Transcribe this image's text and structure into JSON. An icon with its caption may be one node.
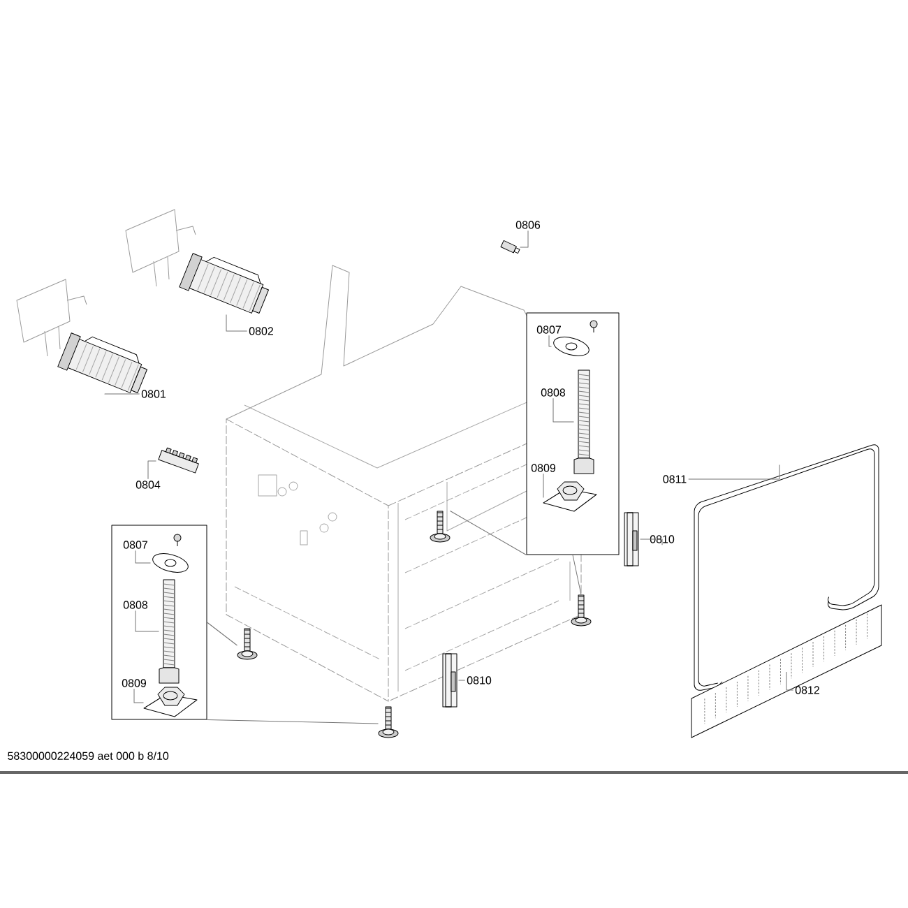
{
  "diagram": {
    "nodes": [
      {
        "text": [
          "0801"
        ]
      },
      {
        "text": [],
        "shape": "picture"
      },
      {
        "text": [
          "0802"
        ]
      },
      {
        "text": [],
        "shape": "picture"
      },
      {
        "text": [
          "0804"
        ]
      },
      {
        "text": [],
        "shape": "picture"
      },
      {
        "text": [
          "0806"
        ]
      },
      {
        "text": [],
        "shape": "picture"
      },
      {
        "text": [],
        "shape": "box"
      },
      {
        "text": [
          "0807"
        ],
        "in": 8
      },
      {
        "text": [],
        "shape": "picture",
        "in": 8
      },
      {
        "text": [
          "0808"
        ],
        "in": 8
      },
      {
        "text": [],
        "shape": "picture",
        "in": 8
      },
      {
        "text": [
          "0809"
        ],
        "in": 8
      },
      {
        "text": [],
        "shape": "picture",
        "in": 8
      },
      {
        "text": [],
        "shape": "box"
      },
      {
        "text": [
          "0807"
        ],
        "in": 15
      },
      {
        "text": [],
        "shape": "picture",
        "in": 15
      },
      {
        "text": [
          "0808"
        ],
        "in": 15
      },
      {
        "text": [],
        "shape": "picture",
        "in": 15
      },
      {
        "text": [
          "0809"
        ],
        "in": 15
      },
      {
        "text": [],
        "shape": "picture",
        "in": 15
      },
      {
        "text": [],
        "shape": "picture"
      },
      {
        "text": [],
        "shape": "picture"
      },
      {
        "text": [],
        "shape": "picture"
      },
      {
        "text": [],
        "shape": "picture"
      },
      {
        "text": [
          "0810"
        ]
      },
      {
        "text": [],
        "shape": "picture"
      },
      {
        "text": [
          "0810"
        ]
      },
      {
        "text": [],
        "shape": "picture"
      },
      {
        "text": [
          "0811"
        ]
      },
      {
        "text": [],
        "shape": "picture"
      },
      {
        "text": [
          "0812"
        ]
      },
      {
        "text": [],
        "shape": "picture"
      }
    ],
    "edges": [
      {
        "from": 0,
        "to": 1,
        "arrow": "none"
      },
      {
        "from": 2,
        "to": 3,
        "arrow": "none"
      },
      {
        "from": 4,
        "to": 5,
        "arrow": "none"
      },
      {
        "from": 6,
        "to": 7,
        "arrow": "none"
      },
      {
        "from": 9,
        "to": 10,
        "arrow": "none"
      },
      {
        "from": 11,
        "to": 12,
        "arrow": "none"
      },
      {
        "from": 13,
        "to": 14,
        "arrow": "none"
      },
      {
        "from": 16,
        "to": 17,
        "arrow": "none"
      },
      {
        "from": 18,
        "to": 19,
        "arrow": "none"
      },
      {
        "from": 20,
        "to": 21,
        "arrow": "none"
      },
      {
        "from": 8,
        "to": 22,
        "arrow": "none"
      },
      {
        "from": 8,
        "to": 23,
        "arrow": "none"
      },
      {
        "from": 15,
        "to": 24,
        "arrow": "none"
      },
      {
        "from": 15,
        "to": 25,
        "arrow": "none"
      },
      {
        "from": 26,
        "to": 27,
        "arrow": "none"
      },
      {
        "from": 28,
        "to": 29,
        "arrow": "none"
      },
      {
        "from": 30,
        "to": 31,
        "arrow": "none"
      },
      {
        "from": 32,
        "to": 33,
        "arrow": "none"
      }
    ],
    "labels": [
      "58300000224059 aet 000 b 8/10"
    ]
  }
}
